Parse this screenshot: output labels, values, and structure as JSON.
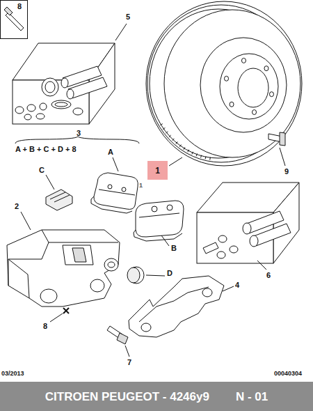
{
  "diagram": {
    "nodes": [
      {
        "text": [
          "8"
        ]
      },
      {
        "text": [
          "1"
        ]
      },
      {
        "text": [
          "CITROEN PEUGEOT - 4246y9",
          "N - 01"
        ]
      }
    ],
    "labels": [
      "5",
      "3",
      "A + B + C + D + 8",
      "A",
      "C",
      "1",
      "B",
      "9",
      "2",
      "6",
      "D",
      "4",
      "8",
      "7",
      "03/2013",
      "00040304"
    ]
  }
}
